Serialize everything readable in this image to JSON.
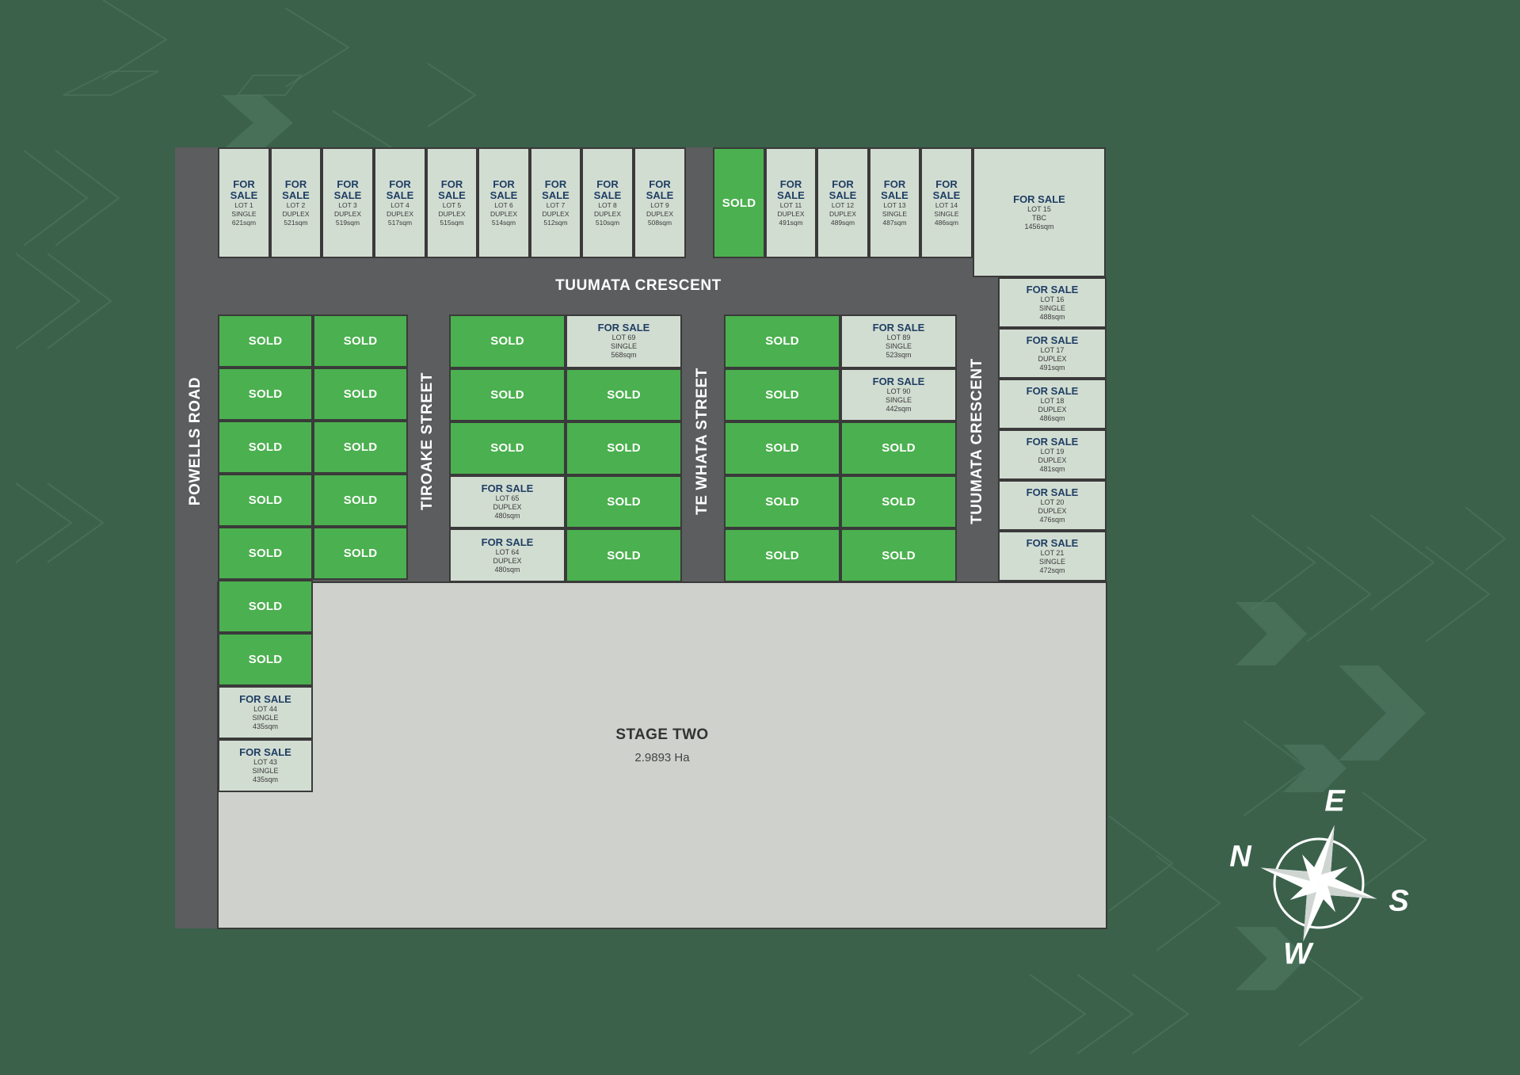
{
  "colors": {
    "background": "#3b614b",
    "road": "#5c5d5f",
    "sold": "#4bb04f",
    "for_sale": "#d2ddd2",
    "stage_two": "#cfd1cc",
    "status_text": "#1f3e63"
  },
  "roads": {
    "tuumata_top": "TUUMATA CRESCENT",
    "powells": "POWELLS ROAD",
    "tiroake": "TIROAKE STREET",
    "te_whata": "TE WHATA STREET",
    "tuumata_right": "TUUMATA CRESCENT"
  },
  "labels": {
    "sold": "SOLD",
    "for_sale": "FOR SALE"
  },
  "stage_two": {
    "title": "STAGE TWO",
    "area": "2.9893 Ha"
  },
  "compass": {
    "north": "N",
    "east": "E",
    "south": "S",
    "west": "W"
  },
  "lots": {
    "top_row": [
      {
        "status": "for_sale",
        "lot": "LOT 1",
        "type": "SINGLE",
        "size": "621sqm"
      },
      {
        "status": "for_sale",
        "lot": "LOT 2",
        "type": "DUPLEX",
        "size": "521sqm"
      },
      {
        "status": "for_sale",
        "lot": "LOT 3",
        "type": "DUPLEX",
        "size": "519sqm"
      },
      {
        "status": "for_sale",
        "lot": "LOT 4",
        "type": "DUPLEX",
        "size": "517sqm"
      },
      {
        "status": "for_sale",
        "lot": "LOT 5",
        "type": "DUPLEX",
        "size": "515sqm"
      },
      {
        "status": "for_sale",
        "lot": "LOT 6",
        "type": "DUPLEX",
        "size": "514sqm"
      },
      {
        "status": "for_sale",
        "lot": "LOT 7",
        "type": "DUPLEX",
        "size": "512sqm"
      },
      {
        "status": "for_sale",
        "lot": "LOT 8",
        "type": "DUPLEX",
        "size": "510sqm"
      },
      {
        "status": "for_sale",
        "lot": "LOT 9",
        "type": "DUPLEX",
        "size": "508sqm"
      },
      {
        "status": "sold"
      },
      {
        "status": "for_sale",
        "lot": "LOT 11",
        "type": "DUPLEX",
        "size": "491sqm"
      },
      {
        "status": "for_sale",
        "lot": "LOT 12",
        "type": "DUPLEX",
        "size": "489sqm"
      },
      {
        "status": "for_sale",
        "lot": "LOT 13",
        "type": "SINGLE",
        "size": "487sqm"
      },
      {
        "status": "for_sale",
        "lot": "LOT 14",
        "type": "SINGLE",
        "size": "486sqm"
      },
      {
        "status": "for_sale",
        "lot": "LOT 15",
        "type": "TBC",
        "size": "1456sqm"
      }
    ],
    "right_column": [
      {
        "status": "for_sale",
        "lot": "LOT 16",
        "type": "SINGLE",
        "size": "488sqm"
      },
      {
        "status": "for_sale",
        "lot": "LOT 17",
        "type": "DUPLEX",
        "size": "491sqm"
      },
      {
        "status": "for_sale",
        "lot": "LOT 18",
        "type": "DUPLEX",
        "size": "486sqm"
      },
      {
        "status": "for_sale",
        "lot": "LOT 19",
        "type": "DUPLEX",
        "size": "481sqm"
      },
      {
        "status": "for_sale",
        "lot": "LOT 20",
        "type": "DUPLEX",
        "size": "476sqm"
      },
      {
        "status": "for_sale",
        "lot": "LOT 21",
        "type": "SINGLE",
        "size": "472sqm"
      }
    ],
    "block_a": [
      [
        {
          "status": "sold"
        },
        {
          "status": "sold"
        }
      ],
      [
        {
          "status": "sold"
        },
        {
          "status": "sold"
        }
      ],
      [
        {
          "status": "sold"
        },
        {
          "status": "sold"
        }
      ],
      [
        {
          "status": "sold"
        },
        {
          "status": "sold"
        }
      ],
      [
        {
          "status": "sold"
        },
        {
          "status": "sold"
        }
      ],
      [
        {
          "status": "sold"
        }
      ],
      [
        {
          "status": "sold"
        }
      ],
      [
        {
          "status": "for_sale",
          "lot": "LOT 44",
          "type": "SINGLE",
          "size": "435sqm"
        }
      ],
      [
        {
          "status": "for_sale",
          "lot": "LOT 43",
          "type": "SINGLE",
          "size": "435sqm"
        }
      ]
    ],
    "block_b": [
      [
        {
          "status": "sold"
        },
        {
          "status": "for_sale",
          "lot": "LOT 69",
          "type": "SINGLE",
          "size": "568sqm"
        }
      ],
      [
        {
          "status": "sold"
        },
        {
          "status": "sold"
        }
      ],
      [
        {
          "status": "sold"
        },
        {
          "status": "sold"
        }
      ],
      [
        {
          "status": "for_sale",
          "lot": "LOT 65",
          "type": "DUPLEX",
          "size": "480sqm"
        },
        {
          "status": "sold"
        }
      ],
      [
        {
          "status": "for_sale",
          "lot": "LOT 64",
          "type": "DUPLEX",
          "size": "480sqm"
        },
        {
          "status": "sold"
        }
      ]
    ],
    "block_c": [
      [
        {
          "status": "sold"
        },
        {
          "status": "for_sale",
          "lot": "LOT 89",
          "type": "SINGLE",
          "size": "523sqm"
        }
      ],
      [
        {
          "status": "sold"
        },
        {
          "status": "for_sale",
          "lot": "LOT 90",
          "type": "SINGLE",
          "size": "442sqm"
        }
      ],
      [
        {
          "status": "sold"
        },
        {
          "status": "sold"
        }
      ],
      [
        {
          "status": "sold"
        },
        {
          "status": "sold"
        }
      ],
      [
        {
          "status": "sold"
        },
        {
          "status": "sold"
        }
      ]
    ]
  }
}
